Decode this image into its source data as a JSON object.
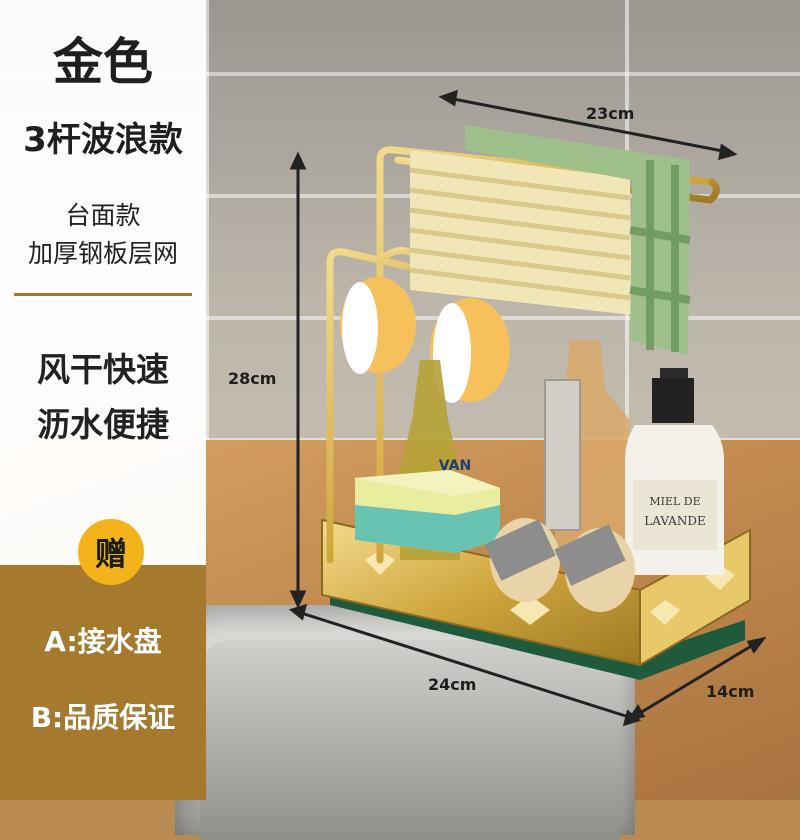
{
  "product": {
    "title": "金色",
    "subtitle": "3杆波浪款",
    "type_line1": "台面款",
    "type_line2": "加厚钢板层网",
    "feature_line1": "风干快速",
    "feature_line2": "沥水便捷"
  },
  "gift": {
    "badge": "赠",
    "item_a": "A:接水盘",
    "item_b": "B:品质保证"
  },
  "dimensions": {
    "top_width": "23cm",
    "height": "28cm",
    "bottom_width": "24cm",
    "depth": "14cm"
  },
  "bottle_labels": {
    "soap_line1": "MIEL DE",
    "soap_line2": "LAVANDE",
    "glass_label": "VAN"
  },
  "colors": {
    "accent_gold": "#a5792e",
    "badge_yellow": "#f2b41a",
    "rack_gold": "#d8b24a",
    "drip_tray_green": "#1f5a3d"
  }
}
